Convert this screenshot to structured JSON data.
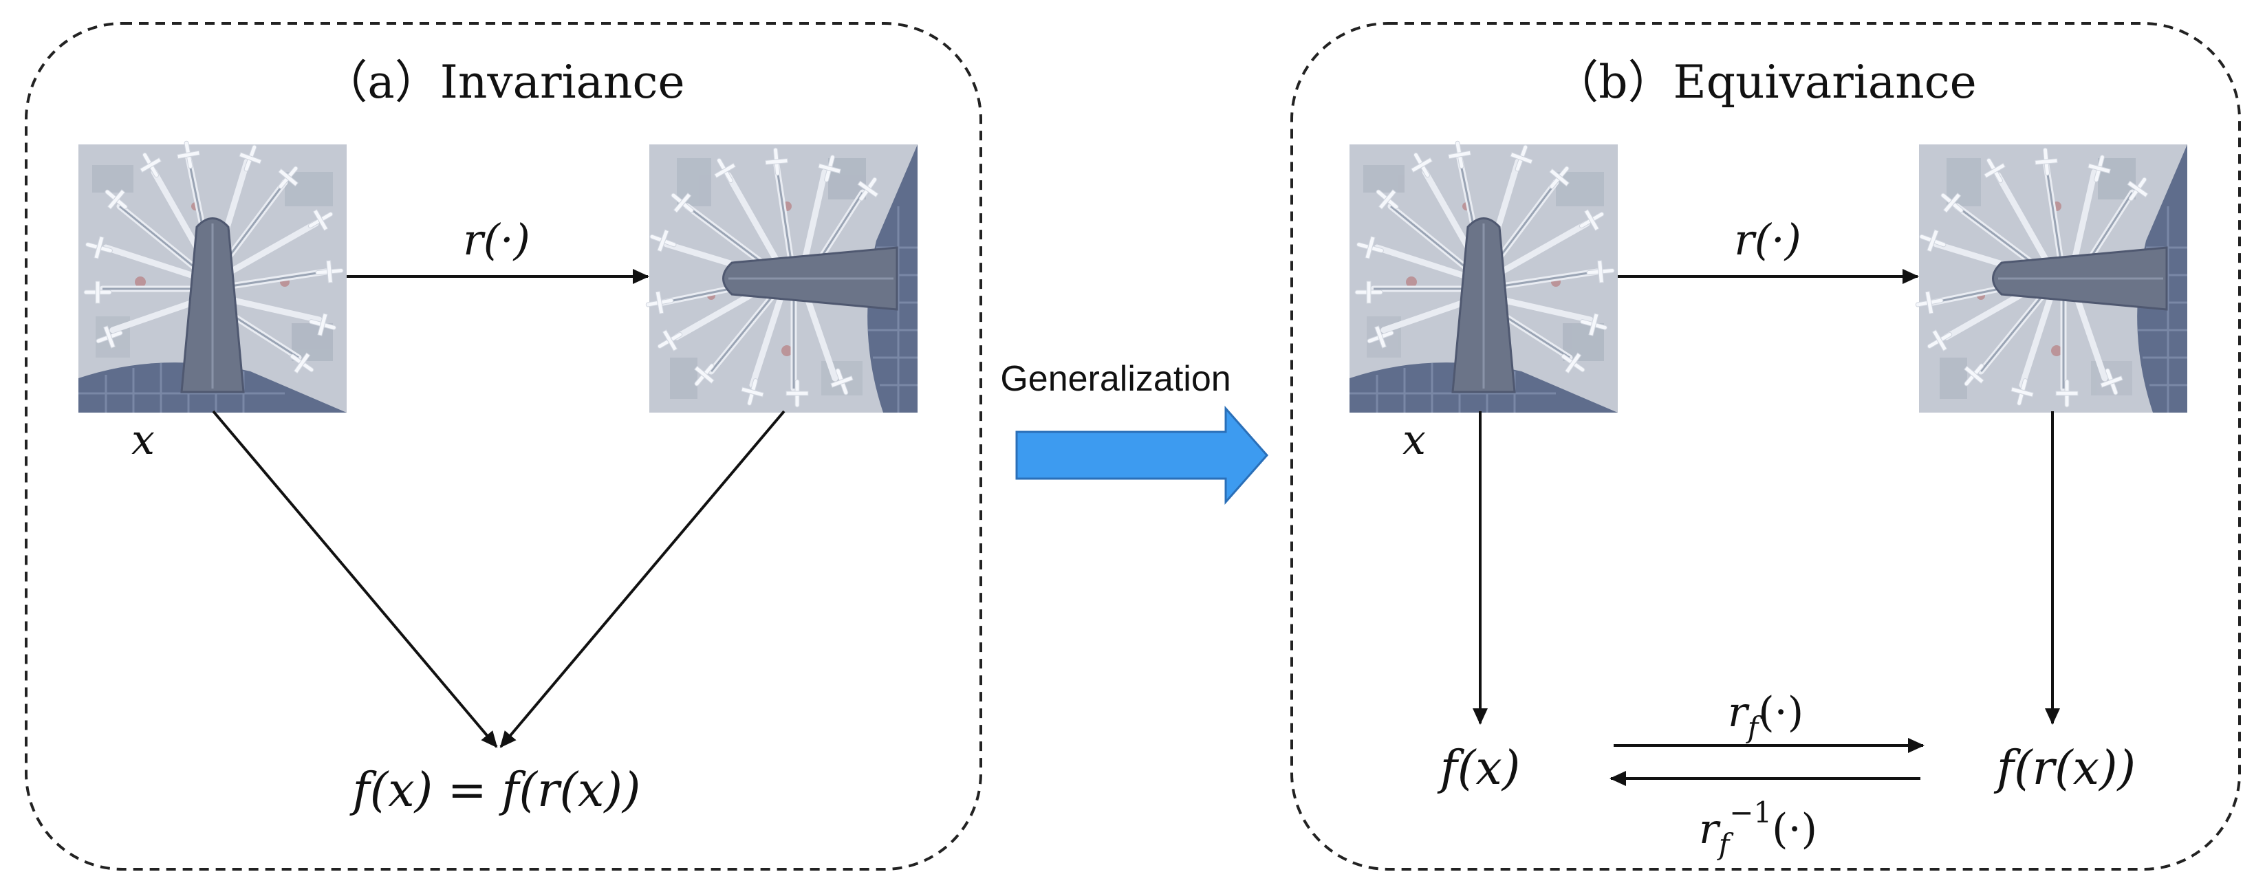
{
  "panels": [
    {
      "title": "（a）Invariance",
      "transform_label": "r(·)",
      "input_label": "x",
      "output_label": "f(x) = f(r(x))"
    },
    {
      "title": "（b）Equivariance",
      "transform_label": "r(·)",
      "input_label": "x",
      "left_output_label": "f(x)",
      "right_output_label": "f(r(x))",
      "forward_feature_transform": {
        "base": "r",
        "sub": "f",
        "tail": "(·)"
      },
      "inverse_feature_transform": {
        "base": "r",
        "sub": "f",
        "sup": "−1",
        "tail": "(·)"
      }
    }
  ],
  "center": {
    "label": "Generalization",
    "arrow_color": "#3d9bf0"
  },
  "image_description_names": [
    "airport-terminal-image",
    "rotated-airport-terminal-image"
  ],
  "colors": {
    "terminal_gray": "#6b7488",
    "ground": "#c8cdd6",
    "airplane_white": "#f4f6fa"
  }
}
